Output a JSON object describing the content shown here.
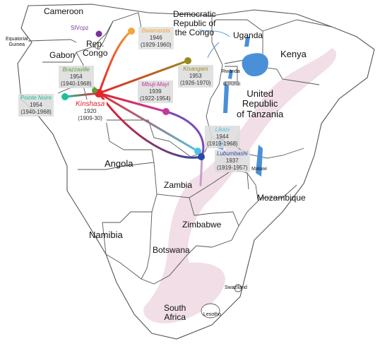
{
  "map": {
    "countries": {
      "cameroon": "Cameroon",
      "equatorial_guinea": "Equatorial\nGuinea",
      "gabon": "Gabon",
      "rep_congo": "Rep.\nCongo",
      "drc": "Democratic\nRepublic of\nthe Congo",
      "uganda": "Uganda",
      "kenya": "Kenya",
      "rwanda": "Rwanda",
      "burundi": "Burundi",
      "tanzania": "United\nRepublic\nof Tanzania",
      "angola": "Angola",
      "zambia": "Zambia",
      "malawi": "Malawi",
      "mozambique": "Mozambique",
      "zimbabwe": "Zimbabwe",
      "namibia": "Namibia",
      "botswana": "Botswana",
      "swaziland": "Swaziland",
      "south_africa": "South\nAfrica",
      "lesotho": "Lesotho"
    },
    "source": {
      "label": "SIVcpz",
      "color": "#7b2fa0"
    },
    "cities": [
      {
        "key": "kinshasa",
        "name": "Kinshasa",
        "year": "1920",
        "range": "(1909-30)",
        "color": "#e5242a"
      },
      {
        "key": "brazzaville",
        "name": "Brazzaville",
        "year": "1954",
        "range": "(1940-1968)",
        "color": "#5a9e3a"
      },
      {
        "key": "pointe_noire",
        "name": "Pointe Noire",
        "year": "1954",
        "range": "(1940-1968)",
        "color": "#1dbf9a"
      },
      {
        "key": "bwamanda",
        "name": "Bwamanda",
        "year": "1946",
        "range": "(1929-1960)",
        "color": "#f4a53a"
      },
      {
        "key": "kisangani",
        "name": "Kisangani",
        "year": "1953",
        "range": "(1926-1970)",
        "color": "#9a8a1e"
      },
      {
        "key": "mbuji_mayi",
        "name": "Mbuji-Mayi",
        "year": "1939",
        "range": "(1922-1954)",
        "color": "#c23aa0"
      },
      {
        "key": "likasi",
        "name": "Likasi",
        "year": "1944",
        "range": "(1919-1968)",
        "color": "#4cc4e0"
      },
      {
        "key": "lubumbashi",
        "name": "Lubumbashi",
        "year": "1937",
        "range": "(1919-1957)",
        "color": "#2b47a8"
      }
    ]
  }
}
